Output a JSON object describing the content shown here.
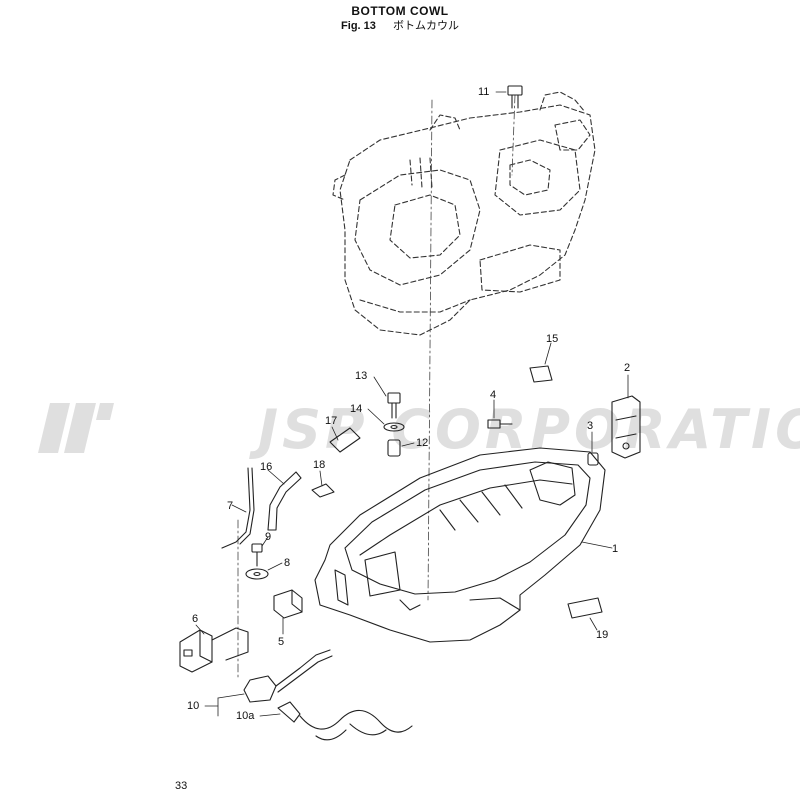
{
  "header": {
    "title": "BOTTOM COWL",
    "fig_label": "Fig. 13",
    "fig_title_jp": "ボトムカウル"
  },
  "watermark": {
    "text": "JSP CORPORATION"
  },
  "callouts": [
    "1",
    "2",
    "3",
    "4",
    "5",
    "6",
    "7",
    "8",
    "9",
    "10",
    "10a",
    "11",
    "12",
    "13",
    "14",
    "15",
    "16",
    "17",
    "18",
    "19"
  ],
  "footer": {
    "page_number": "33"
  }
}
